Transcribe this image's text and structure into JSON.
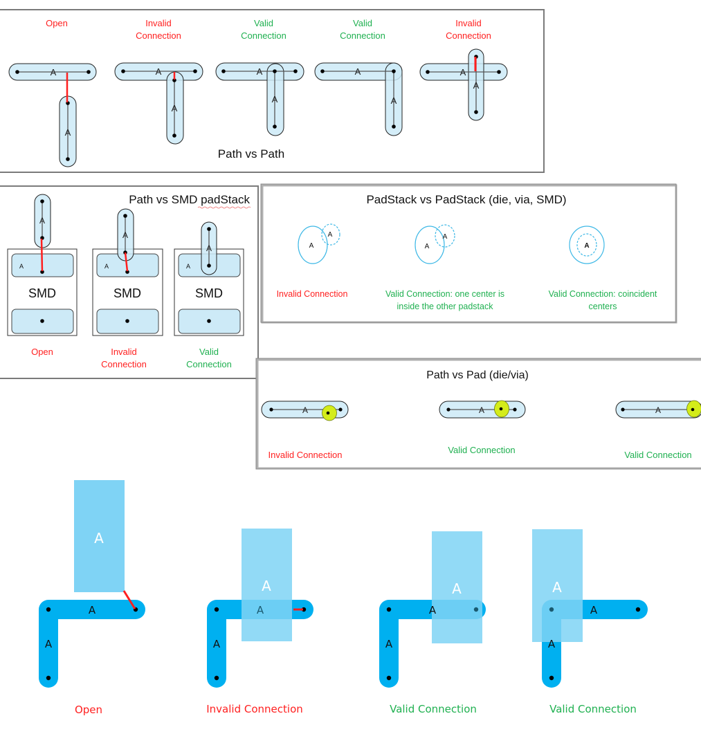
{
  "colors": {
    "invalid": "#ff1f1f",
    "valid": "#1fb050",
    "path_fill": "#cdeaf7",
    "path_stroke": "#222222",
    "pad_ring": "#3db8e6",
    "via_fill": "#d4ec1a",
    "bottom_path": "#00b0f0",
    "bottom_rect": "#7fd3f5"
  },
  "panels": {
    "path_vs_path": {
      "title": "Path vs Path",
      "cases": [
        {
          "line1": "Open",
          "line2": "",
          "status": "invalid"
        },
        {
          "line1": "Invalid",
          "line2": "Connection",
          "status": "invalid"
        },
        {
          "line1": "Valid",
          "line2": "Connection",
          "status": "valid"
        },
        {
          "line1": "Valid",
          "line2": "Connection",
          "status": "valid"
        },
        {
          "line1": "Invalid",
          "line2": "Connection",
          "status": "invalid"
        }
      ]
    },
    "path_vs_smd": {
      "title": "Path vs SMD padStack",
      "smd_label": "SMD",
      "pad_label": "A",
      "cases": [
        {
          "line1": "Open",
          "line2": "",
          "status": "invalid"
        },
        {
          "line1": "Invalid",
          "line2": "Connection",
          "status": "invalid"
        },
        {
          "line1": "Valid",
          "line2": "Connection",
          "status": "valid"
        }
      ]
    },
    "padstack_vs_padstack": {
      "title": "PadStack vs PadStack (die, via, SMD)",
      "cases": [
        {
          "line1": "Invalid Connection",
          "line2": "",
          "status": "invalid"
        },
        {
          "line1": "Valid Connection: one center is",
          "line2": "inside the other padstack",
          "status": "valid"
        },
        {
          "line1": "Valid Connection: coincident",
          "line2": "centers",
          "status": "valid"
        }
      ]
    },
    "path_vs_pad": {
      "title": "Path vs Pad  (die/via)",
      "cases": [
        {
          "line1": "Invalid Connection",
          "status": "invalid"
        },
        {
          "line1": "Valid Connection",
          "status": "valid"
        },
        {
          "line1": "Valid Connection",
          "status": "valid"
        }
      ]
    },
    "path_vs_rect": {
      "cases": [
        {
          "label": "Open",
          "status": "invalid"
        },
        {
          "label": "Invalid Connection",
          "status": "invalid"
        },
        {
          "label": "Valid Connection",
          "status": "valid"
        },
        {
          "label": "Valid Connection",
          "status": "valid"
        }
      ]
    }
  },
  "net_label": "A"
}
